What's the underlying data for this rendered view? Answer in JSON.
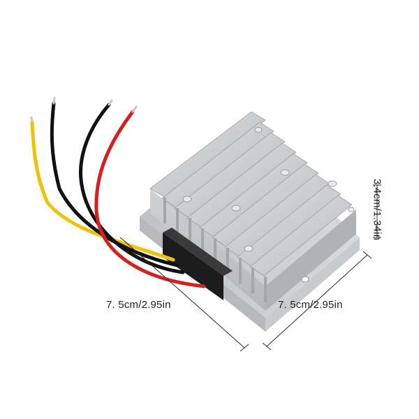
{
  "product": {
    "name_icon": "dc-converter-module",
    "body_color": "#c9cbcd",
    "wire_colors": [
      "#f2c200",
      "#111111",
      "#111111",
      "#d62020"
    ]
  },
  "dimensions": {
    "length_label": "7. 5cm/2.95in",
    "width_label": "7. 5cm/2.95in",
    "height_label": "3.4cm/1.34in"
  }
}
